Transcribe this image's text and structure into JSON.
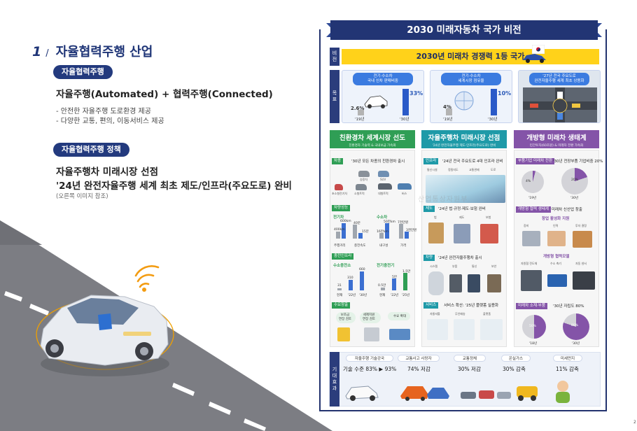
{
  "left": {
    "section_number": "1",
    "section_title": "자율협력주행 산업",
    "pill_1": "자율협력주행",
    "headline_1": "자율주행(Automated) + 협력주행(Connected)",
    "bullets_1": [
      "- 안전한 자율주행 도로환경 제공",
      "- 다양한 교통, 편의, 이동서비스 제공"
    ],
    "pill_2": "자율협력주행 정책",
    "headline_2a": "자율주행차 미래시장 선점",
    "headline_2b": "'24년 완전자율주행 세계 최초 제도/인프라(주요도로) 완비",
    "note": "(오른쪽 이미지 참조)"
  },
  "right": {
    "title": "2030 미래자동차 국가 비전",
    "row_vision": "비전",
    "vision_text": "2030년 미래차 경쟁력 1등 국가",
    "row_goal": "목표",
    "goals": [
      {
        "caption": "전기·수소차\n국내 신차 판매비중",
        "from_value": "2.6%",
        "to_value": "33%",
        "from_year": "'19년",
        "to_year": "'30년"
      },
      {
        "caption": "전기·수소차\n세계시장 점유율",
        "from_value": "4%",
        "to_value": "10%",
        "from_year": "'19년",
        "to_year": "'30년"
      },
      {
        "caption": "'27년 전국 주요도로\n완전자율주행 세계 최초 상용화"
      }
    ],
    "columns": [
      {
        "title": "친환경차 세계시장 선도",
        "subtitle": "친환경차 기술력 & 국내보급 가속화",
        "color": "#2f9e55"
      },
      {
        "title": "자율주행차 미래시장 선점",
        "subtitle": "'24년 완전자율주행 제도·인프라(주요도로) 완비",
        "color": "#1f9aa8"
      },
      {
        "title": "개방형 미래차 생태계",
        "subtitle": "민간투자(60조원) & 미래차 전환 가속화",
        "color": "#8454a8"
      }
    ],
    "col1": {
      "tag_1": "차종",
      "line_1": "'30년 모든 차종의 친환경차 출시",
      "vehicles": [
        "승용차",
        "SUV",
        "초소형전기차",
        "소형트럭",
        "대형트럭",
        "버스"
      ],
      "tag_2": "차량성능",
      "sub_ev": "전기차",
      "sub_h2": "수소차",
      "ev_values": [
        "400km",
        "600km",
        "40분",
        "15분"
      ],
      "ev_labels": [
        "주행거리",
        "충전속도"
      ],
      "h2_values": [
        "16만km",
        "50만km",
        "7천만원",
        "3천만원"
      ],
      "h2_labels": [
        "내구성",
        "가격"
      ],
      "tag_3": "충전인프라",
      "sub_h2_station": "수소충전소",
      "h2_station_values": [
        "31",
        "310",
        "660"
      ],
      "h2_station_years": [
        "현재",
        "'22년",
        "'30년"
      ],
      "sub_ev_charger": "전기충전기",
      "ev_charger_values": [
        "0.5만",
        "5만",
        "1.5만"
      ],
      "ev_charger_years": [
        "현재",
        "'22년",
        "'25년"
      ],
      "tag_4": "수요창출",
      "demand": [
        "보조금\n연장 검토",
        "세제지원\n연장 검토",
        "수요 확대"
      ]
    },
    "col2": {
      "tag_1": "인프라",
      "line_1": "'24년 전국 주요도로 4대 인프라 완비",
      "infra": [
        "통신시설",
        "정밀지도",
        "교통관제",
        "도로"
      ],
      "tag_2": "제도",
      "line_2": "'24년 법·규정·제도·보험 완비",
      "law": [
        "법",
        "제도",
        "보험"
      ],
      "tag_3": "차량",
      "line_3": "'24년 완전자율주행차 출시",
      "car": [
        "시스템",
        "부품",
        "통신",
        "보안"
      ],
      "tag_4": "서비스",
      "line_4": "서비스 확산: '25년 플랫폼 실용화",
      "service": [
        "자율셔틀",
        "무인배송",
        "플랫폼"
      ]
    },
    "col3": {
      "tag_1": "부품기업 미래차 전환",
      "line_1": "'30년 전장부품 기업비중 20%",
      "pie_values": [
        "4%",
        "20%"
      ],
      "pie_years": [
        "'19년",
        "'30년"
      ],
      "tag_2": "개방형 협력 생태계",
      "line_2": "미래차 신산업 창출",
      "tag_sub": "창업 활성화 지원",
      "startup": [
        "장비",
        "인력",
        "투자 결정"
      ],
      "tag_sub2": "개방형 협력모델",
      "model": [
        "자원협 전도체",
        "수소 축기",
        "자동 센서"
      ],
      "tag_3": "미래차 소재·부품",
      "line_3": "'30년 자립도 80%",
      "pie2_values": [
        "50%",
        "80%"
      ],
      "pie2_years": [
        "'18년",
        "'30년"
      ]
    },
    "row_effect": "기대효과",
    "effects": [
      {
        "caption": "자율주행 기술강국",
        "value": "기술 수준 83% ▶ 93%"
      },
      {
        "caption": "교통사고 사망자",
        "value": "74% 저감"
      },
      {
        "caption": "교통정체",
        "value": "30% 저감"
      },
      {
        "caption": "온실가스",
        "value": "30% 감축"
      },
      {
        "caption": "미세먼지",
        "value": "11% 감축"
      }
    ],
    "watermark": "산업통상자원부"
  },
  "page_number": "2"
}
